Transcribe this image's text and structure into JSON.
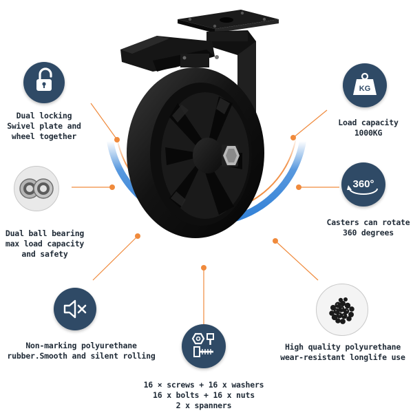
{
  "features": {
    "dual_locking": {
      "icon": "padlock-open-icon",
      "lines": [
        "Dual locking",
        "Swivel plate and",
        "wheel together"
      ]
    },
    "load_capacity": {
      "icon": "kg-weight-icon",
      "icon_text": "KG",
      "lines": [
        "Load capacity",
        "1000KG"
      ]
    },
    "ball_bearing": {
      "icon": "ball-bearing-icon",
      "lines": [
        "Dual ball bearing",
        "max load capacity",
        "and safety"
      ]
    },
    "rotate_360": {
      "icon": "rotate-360-icon",
      "icon_text": "360°",
      "lines": [
        "Casters can rotate",
        "360 degrees"
      ]
    },
    "non_marking": {
      "icon": "speaker-mute-icon",
      "lines": [
        "Non-marking polyurethane",
        "rubber.Smooth and silent rolling"
      ]
    },
    "polyurethane": {
      "icon": "polyurethane-granules-icon",
      "lines": [
        "High quality polyurethane",
        "wear-resistant longlife use"
      ]
    },
    "hardware": {
      "icon": "screw-bolt-nut-icon",
      "lines": [
        "16 × screws + 16 x washers",
        "16 x bolts + 16 x nuts",
        "2 x spanners"
      ]
    }
  },
  "colors": {
    "badge_blue": "#2f4a66",
    "arc_orange": "#f08a3c",
    "arc_blue": "#2f7fd6",
    "text": "#1f2a36",
    "wheel_black": "#141414"
  }
}
